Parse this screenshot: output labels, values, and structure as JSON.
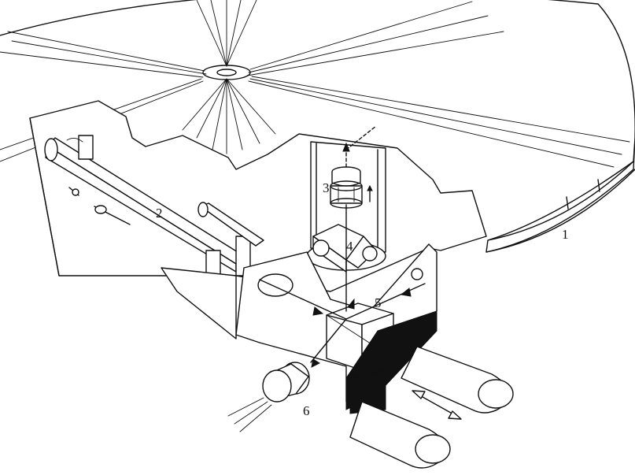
{
  "labels": {
    "mirror": "1",
    "tube": "2",
    "eyepiece": "3",
    "prism": "4",
    "beam_splitter": "5",
    "detector": "6"
  },
  "colors": {
    "ink": "#111111",
    "paper": "#ffffff"
  }
}
